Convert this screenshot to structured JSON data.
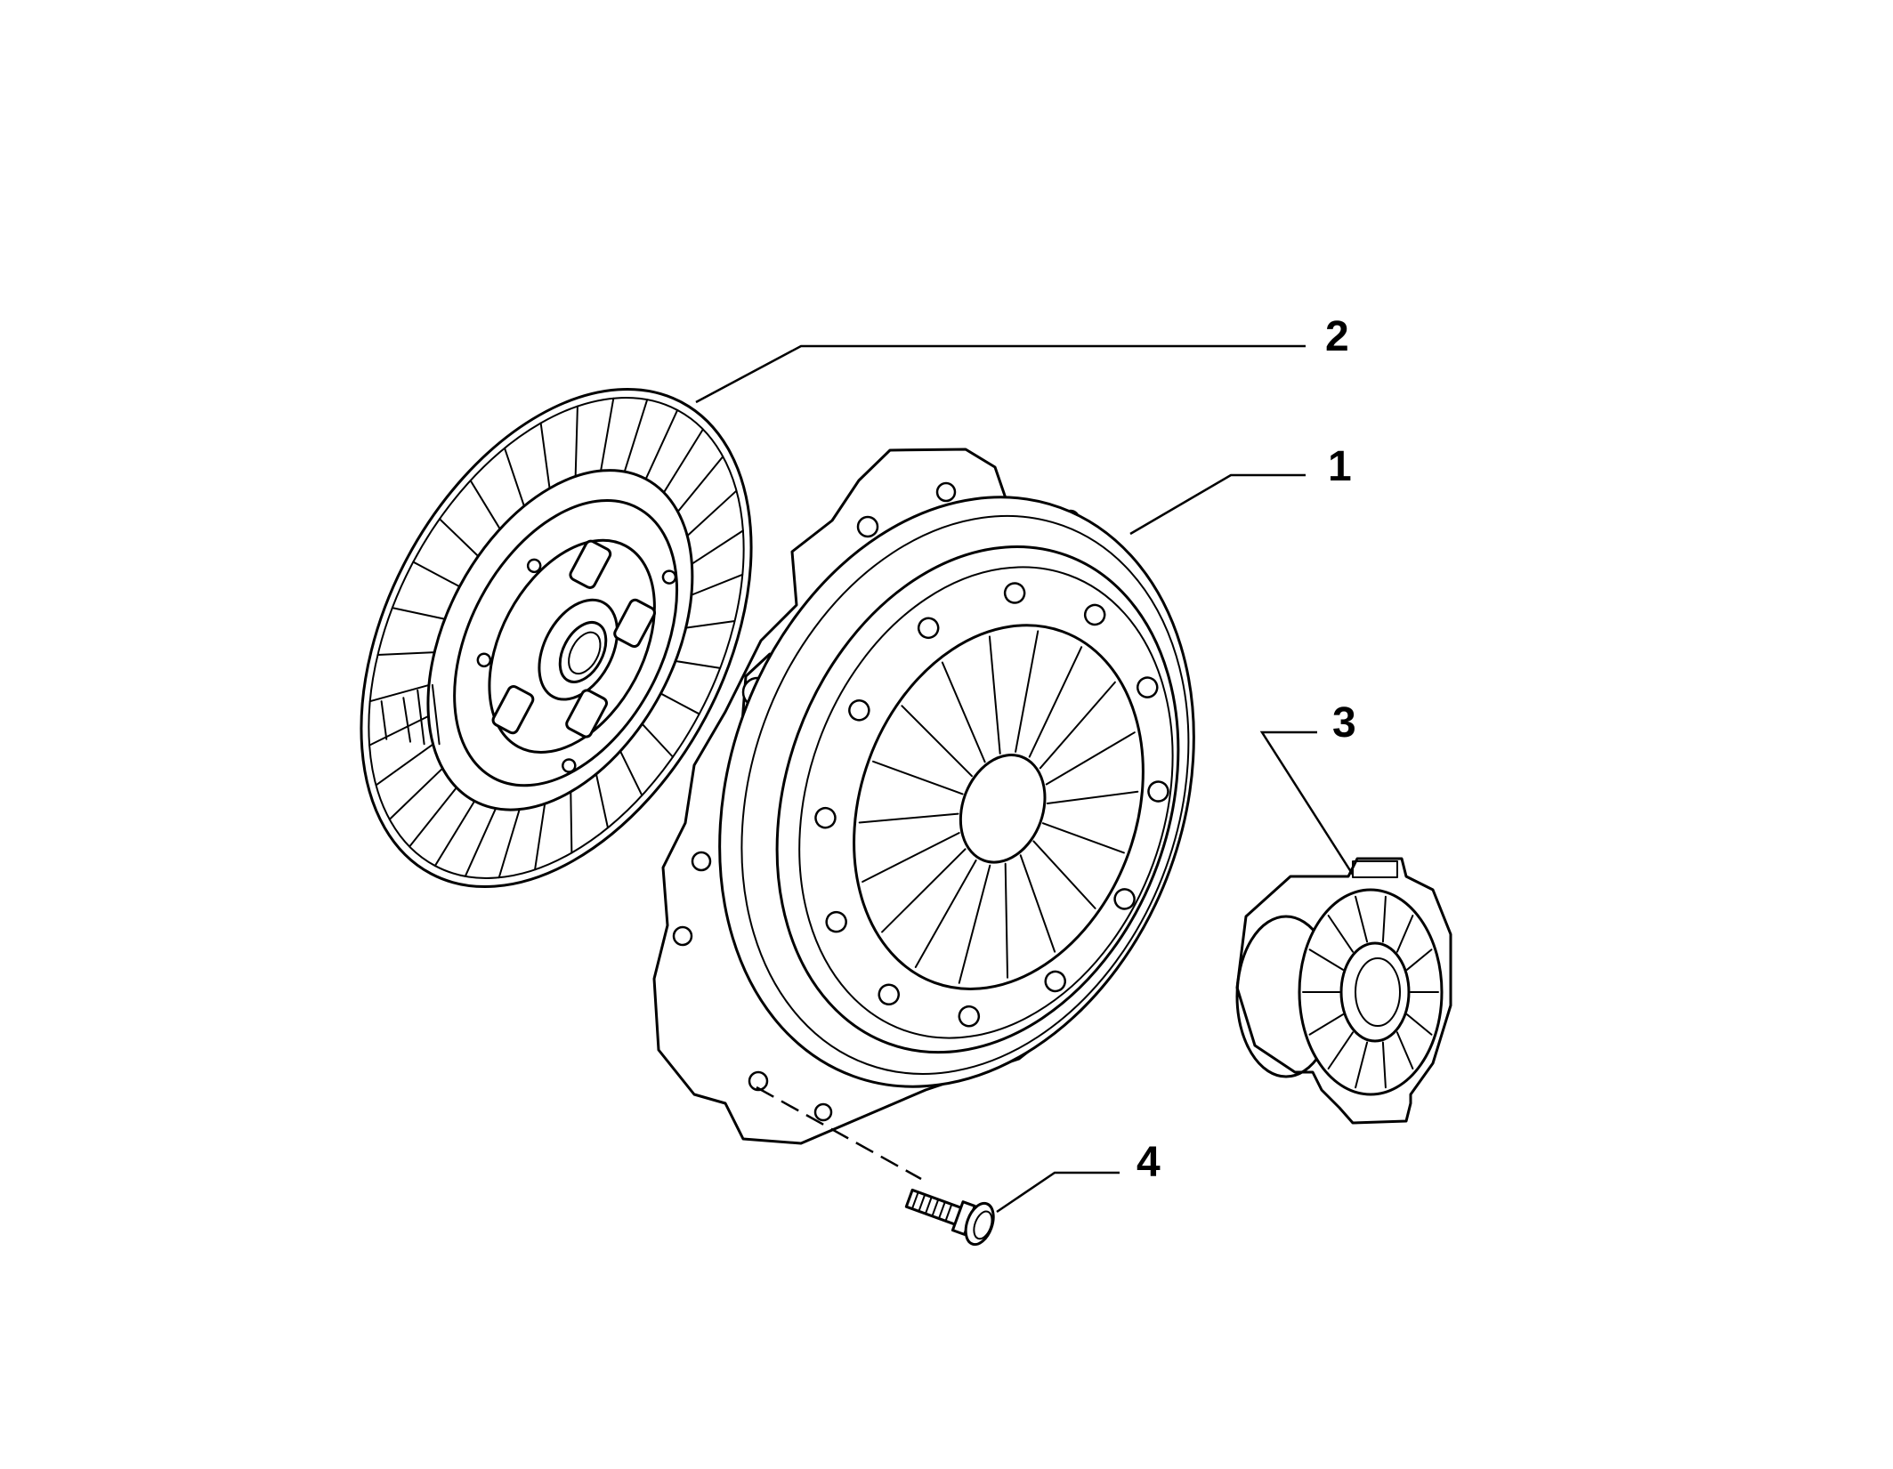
{
  "diagram": {
    "callouts": [
      {
        "id": "1",
        "label": "1",
        "part": "clutch-pressure-plate"
      },
      {
        "id": "2",
        "label": "2",
        "part": "clutch-disc"
      },
      {
        "id": "3",
        "label": "3",
        "part": "release-bearing"
      },
      {
        "id": "4",
        "label": "4",
        "part": "bolt"
      }
    ]
  }
}
